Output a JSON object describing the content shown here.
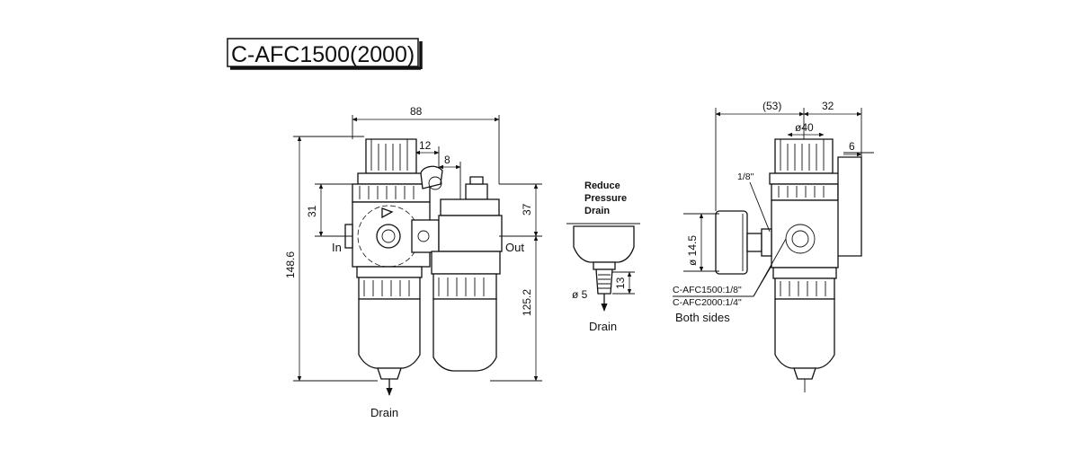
{
  "title": "C-AFC1500(2000)",
  "dimensions": {
    "overall_width": "88",
    "overall_height": "148.6",
    "gauge_offset": "12",
    "port_offset": "8",
    "port_height": "31",
    "top_to_port": "37",
    "port_to_bottom": "125.2",
    "side_left": "(53)",
    "side_right": "32",
    "knob_diameter": "ø40",
    "bracket": "6",
    "gauge_port": "1/8\"",
    "gauge_diameter": "ø 14.5",
    "drain_height": "13",
    "drain_diameter": "ø 5"
  },
  "labels": {
    "in": "In",
    "out": "Out",
    "drain_main": "Drain",
    "reduce_line1": "Reduce",
    "reduce_line2": "Pressure",
    "reduce_line3": "Drain",
    "drain_detail": "Drain",
    "port_1500": "C-AFC1500:1/8\"",
    "port_2000": "C-AFC2000:1/4\"",
    "both_sides": "Both sides"
  }
}
